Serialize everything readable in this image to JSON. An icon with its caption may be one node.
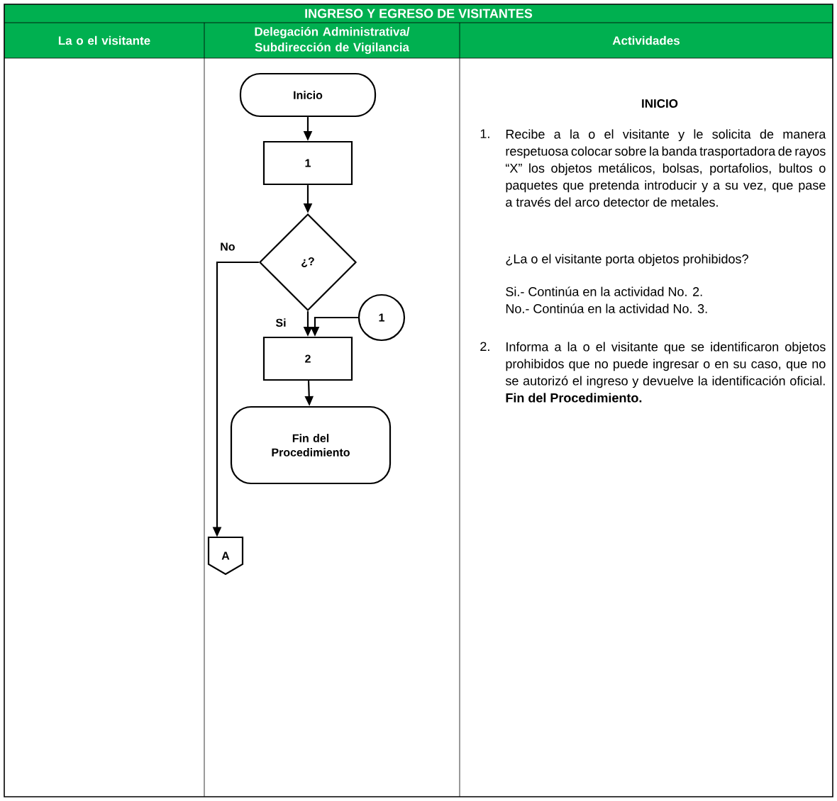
{
  "diagram": {
    "title": "INGRESO Y EGRESO DE VISITANTES",
    "nodes": [
      {
        "text": [
          "Inicio"
        ]
      },
      {
        "text": [
          "1"
        ]
      },
      {
        "text": [
          "¿?"
        ]
      },
      {
        "text": [
          "1"
        ]
      },
      {
        "text": [
          "2"
        ]
      },
      {
        "text": [
          "Fin del Procedimiento"
        ]
      },
      {
        "text": [
          "A"
        ]
      }
    ],
    "edges": [
      {
        "from": 0,
        "to": 1,
        "arrow": "to"
      },
      {
        "from": 1,
        "to": 2,
        "arrow": "to"
      },
      {
        "from": 2,
        "to": 4,
        "arrow": "to",
        "label": "Si"
      },
      {
        "from": 3,
        "to": 4,
        "arrow": "to"
      },
      {
        "from": 4,
        "to": 5,
        "arrow": "to"
      },
      {
        "from": 2,
        "to": 6,
        "arrow": "to",
        "label": "No"
      }
    ],
    "labels": [
      "La o el visitante",
      "Delegación Administrativa/ Subdirección de Vigilancia",
      "Actividades",
      "INICIO",
      "1.",
      "Recibe a la o el visitante y le solicita de manera respetuosa colocar sobre la banda trasportadora de rayos “X” los objetos metálicos, bolsas, portafolios, bultos o paquetes que pretenda introducir y a su vez, que pase a través del arco detector de metales.",
      "¿La o el visitante porta objetos prohibidos?",
      "Si.- Continúa en la actividad No. 2.",
      "No.- Continúa en la actividad No. 3.",
      "2.",
      "Informa a la o el visitante que se identificaron objetos prohibidos que no puede ingresar o en su caso, que no se autorizó el ingreso y devuelve la identificación oficial. **Fin del Procedimiento.**"
    ]
  }
}
